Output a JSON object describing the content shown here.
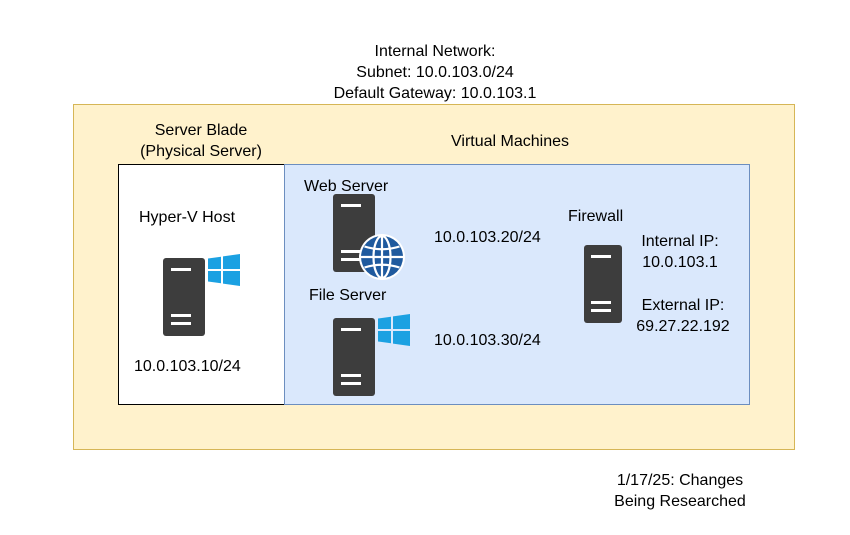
{
  "network": {
    "title_line1": "Internal Network:",
    "title_line2": "Subnet: 10.0.103.0/24",
    "title_line3": "Default Gateway: 10.0.103.1"
  },
  "blade": {
    "label_line1": "Server Blade",
    "label_line2": "(Physical Server)",
    "host_name": "Hyper-V Host",
    "host_ip": "10.0.103.10/24"
  },
  "vms": {
    "label": "Virtual Machines",
    "web_server": {
      "name": "Web Server",
      "ip": "10.0.103.20/24"
    },
    "file_server": {
      "name": "File Server",
      "ip": "10.0.103.30/24"
    },
    "firewall": {
      "name": "Firewall",
      "internal_label": "Internal IP:",
      "internal_ip": "10.0.103.1",
      "external_label": "External IP:",
      "external_ip": "69.27.22.192"
    }
  },
  "footer": {
    "line1": "1/17/25: Changes",
    "line2": "Being Researched"
  },
  "icons": {
    "server": "server-icon",
    "windows": "windows-logo-icon",
    "globe": "globe-icon"
  },
  "colors": {
    "network_fill": "#fff2cc",
    "network_stroke": "#d6b656",
    "vm_fill": "#dae8fc",
    "vm_stroke": "#6c8ebf",
    "server_icon": "#3d3d3d",
    "windows_logo": "#1ba1e2",
    "globe": "#1f5a9e"
  }
}
